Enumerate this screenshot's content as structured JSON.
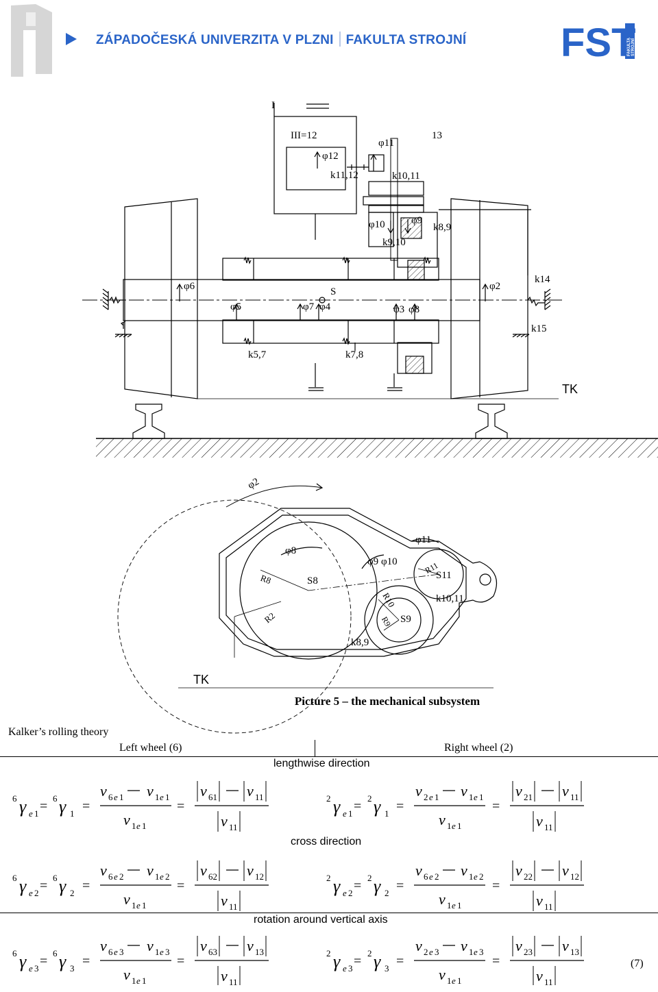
{
  "header": {
    "university": "ZÁPADOČESKÁ UNIVERZITA V PLZNI",
    "faculty": "FAKULTA STROJNÍ",
    "fst_logo": "FST",
    "fst_logo_side_top": "FAKULTA",
    "fst_logo_side_bottom": "STROJNÍ",
    "brand_color": "#2a64c8"
  },
  "figure": {
    "caption": "Picture 5 – the mechanical subsystem",
    "side_view": {
      "labels": {
        "i": "I",
        "iii12": "III=12",
        "n13": "13",
        "phi12": "φ12",
        "k1112": "k11,12",
        "phi11": "φ11",
        "k1011": "k10,11",
        "phi10": "φ10",
        "phi9": "φ9",
        "k89": "k8,9",
        "k910": "k9,10",
        "phi6": "φ6",
        "phi5": "φ5",
        "phi7": "φ7",
        "phi4": "φ4",
        "s": "S",
        "phi3": "φ3",
        "phi8": "φ8",
        "phi2": "φ2",
        "k14": "k14",
        "k15": "k15",
        "k57": "k5,7",
        "k78": "k7,8",
        "tk": "TK"
      }
    },
    "front_view": {
      "labels": {
        "phi2": "φ2",
        "phi8": "φ8",
        "phi9": "φ9",
        "phi10": "φ10",
        "phi11": "φ11",
        "r8": "R8",
        "r2": "R2",
        "r10": "R10",
        "r9": "R9",
        "r11": "R11",
        "s8": "S8",
        "s9": "S9",
        "s11": "S11",
        "k1011": "k10,11",
        "k89": "k8,9",
        "tk": "TK"
      }
    }
  },
  "theory": {
    "title": "Kalker’s rolling theory",
    "left_heading": "Left wheel (6)",
    "right_heading": "Right wheel (2)",
    "section_lengthwise": "lengthwise direction",
    "section_cross": "cross direction",
    "section_rotation": "rotation around vertical axis",
    "equation_number": "(7)"
  }
}
